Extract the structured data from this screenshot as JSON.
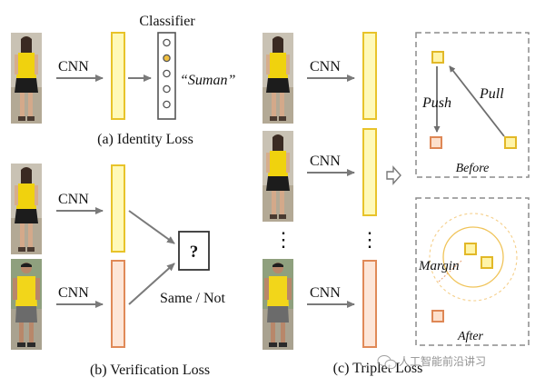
{
  "identity": {
    "cnn_label": "CNN",
    "classifier_title": "Classifier",
    "prediction": "“Suman”",
    "caption": "(a) Identity Loss"
  },
  "verification": {
    "cnn_label_top": "CNN",
    "cnn_label_bottom": "CNN",
    "question_mark": "?",
    "decision": "Same / Not",
    "caption": "(b) Verification Loss"
  },
  "triplet": {
    "cnn_label_1": "CNN",
    "cnn_label_2": "CNN",
    "cnn_label_3": "CNN",
    "vertical_dots": "⋮",
    "push_label": "Push",
    "pull_label": "Pull",
    "before_label": "Before",
    "margin_label": "Margin",
    "after_label": "After",
    "caption": "(c) Triplet Loss"
  },
  "watermark": "人工智能前沿讲习",
  "colors": {
    "yellow_fill": "#fff9b8",
    "yellow_stroke": "#e8c32a",
    "peach_fill": "#fde6d8",
    "peach_stroke": "#e08a58",
    "arrow": "#7a7a7a",
    "box_dash": "#8c8c8c"
  }
}
